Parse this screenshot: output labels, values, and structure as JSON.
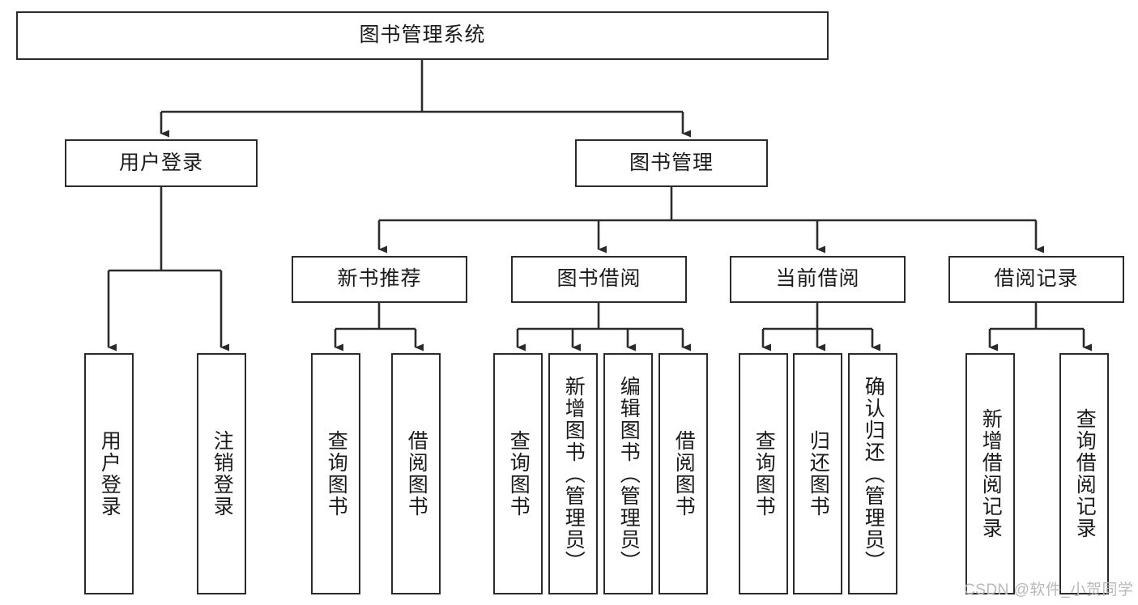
{
  "diagram": {
    "title": "图书管理系统",
    "type": "tree",
    "root": {
      "id": "root",
      "label": "图书管理系统",
      "orientation": "horizontal"
    },
    "level2": [
      {
        "id": "user-login",
        "label": "用户登录",
        "orientation": "horizontal"
      },
      {
        "id": "book-manage",
        "label": "图书管理",
        "orientation": "horizontal"
      }
    ],
    "level3": [
      {
        "id": "new-book-recommend",
        "label": "新书推荐",
        "orientation": "horizontal",
        "parent": "book-manage"
      },
      {
        "id": "book-borrow",
        "label": "图书借阅",
        "orientation": "horizontal",
        "parent": "book-manage"
      },
      {
        "id": "current-borrow",
        "label": "当前借阅",
        "orientation": "horizontal",
        "parent": "book-manage"
      },
      {
        "id": "borrow-record",
        "label": "借阅记录",
        "orientation": "horizontal",
        "parent": "book-manage"
      }
    ],
    "leaves": [
      {
        "id": "leaf-user-login",
        "label": "用户登录",
        "parent": "user-login"
      },
      {
        "id": "leaf-user-logout",
        "label": "注销登录",
        "parent": "user-login"
      },
      {
        "id": "leaf-query-book-1",
        "label": "查询图书",
        "parent": "new-book-recommend"
      },
      {
        "id": "leaf-borrow-book-1",
        "label": "借阅图书",
        "parent": "new-book-recommend"
      },
      {
        "id": "leaf-query-book-2",
        "label": "查询图书",
        "parent": "book-borrow"
      },
      {
        "id": "leaf-add-book",
        "label": "新增图书（管理员）",
        "parent": "book-borrow"
      },
      {
        "id": "leaf-edit-book",
        "label": "编辑图书（管理员）",
        "parent": "book-borrow"
      },
      {
        "id": "leaf-borrow-book-2",
        "label": "借阅图书",
        "parent": "book-borrow"
      },
      {
        "id": "leaf-query-book-3",
        "label": "查询图书",
        "parent": "current-borrow"
      },
      {
        "id": "leaf-return-book",
        "label": "归还图书",
        "parent": "current-borrow"
      },
      {
        "id": "leaf-confirm-return",
        "label": "确认归还（管理员）",
        "parent": "current-borrow"
      },
      {
        "id": "leaf-add-record",
        "label": "新增借阅记录",
        "parent": "borrow-record"
      },
      {
        "id": "leaf-query-record",
        "label": "查询借阅记录",
        "parent": "borrow-record"
      }
    ],
    "watermark": "CSDN @软件_小贺同学",
    "colors": {
      "stroke": "#2b2b2b",
      "background": "#ffffff",
      "text": "#1a1a1a",
      "watermark": "#b9b9b9"
    }
  }
}
